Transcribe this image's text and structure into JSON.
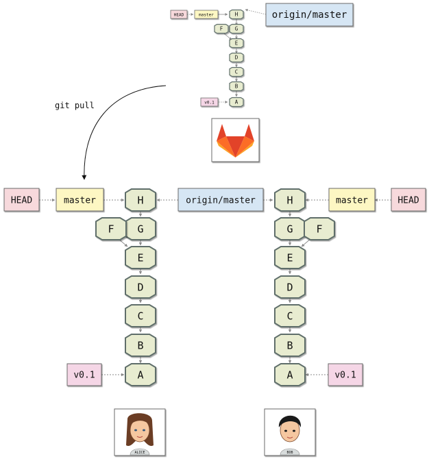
{
  "remote": {
    "head_label": "HEAD",
    "branch_label": "master",
    "tracking_label": "origin/master",
    "tag_label": "v0.1",
    "commits": {
      "H": "H",
      "G": "G",
      "F": "F",
      "E": "E",
      "D": "D",
      "C": "C",
      "B": "B",
      "A": "A"
    },
    "logo_icon": "gitlab-logo-icon"
  },
  "annotation": {
    "pull_label": "git pull"
  },
  "alice": {
    "head_label": "HEAD",
    "branch_label": "master",
    "tag_label": "v0.1",
    "avatar_label": "ALICE",
    "commits": {
      "H": "H",
      "G": "G",
      "F": "F",
      "E": "E",
      "D": "D",
      "C": "C",
      "B": "B",
      "A": "A"
    }
  },
  "shared": {
    "tracking_label": "origin/master"
  },
  "bob": {
    "head_label": "HEAD",
    "branch_label": "master",
    "tag_label": "v0.1",
    "avatar_label": "BOB",
    "commits": {
      "H": "H",
      "G": "G",
      "F": "F",
      "E": "E",
      "D": "D",
      "C": "C",
      "B": "B",
      "A": "A"
    }
  },
  "colors": {
    "commit_fill": "#e8ecd0",
    "commit_stroke": "#5e6e6a",
    "head_fill": "#f7d9dc",
    "branch_fill": "#fdf7c3",
    "remote_fill": "#d6e6f4",
    "tag_fill": "#f5d6e6",
    "label_stroke": "#6b6b6b"
  }
}
